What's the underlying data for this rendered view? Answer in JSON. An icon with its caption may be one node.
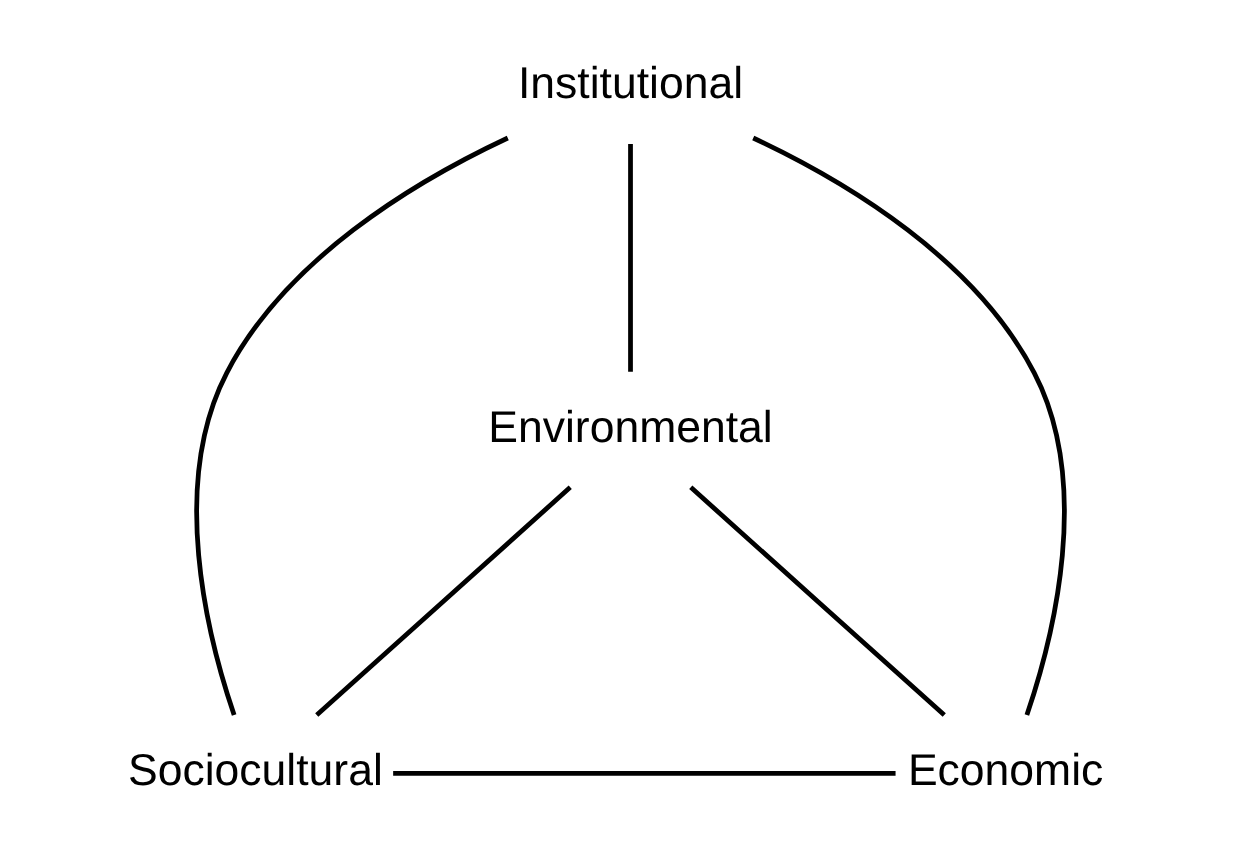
{
  "diagram": {
    "nodes": [
      {
        "text": [
          "Institutional"
        ]
      },
      {
        "text": [
          "Environmental"
        ]
      },
      {
        "text": [
          "Sociocultural"
        ]
      },
      {
        "text": [
          "Economic"
        ]
      }
    ],
    "edges": [
      {
        "from": 0,
        "to": 2,
        "arrow": "none"
      },
      {
        "from": 0,
        "to": 3,
        "arrow": "none"
      },
      {
        "from": 2,
        "to": 3,
        "arrow": "none"
      },
      {
        "from": 0,
        "to": 1,
        "arrow": "none"
      },
      {
        "from": 1,
        "to": 2,
        "arrow": "none"
      },
      {
        "from": 1,
        "to": 3,
        "arrow": "none"
      }
    ]
  }
}
